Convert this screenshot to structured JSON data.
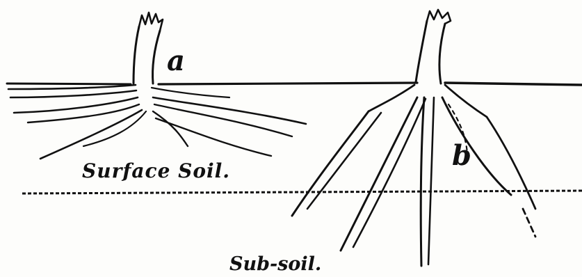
{
  "figure": {
    "labels": {
      "a": "a",
      "b": "b",
      "surface_soil": "Surface Soil.",
      "sub_soil": "Sub-soil."
    },
    "colors": {
      "ink": "#111111",
      "paper": "#fdfdfb"
    }
  }
}
